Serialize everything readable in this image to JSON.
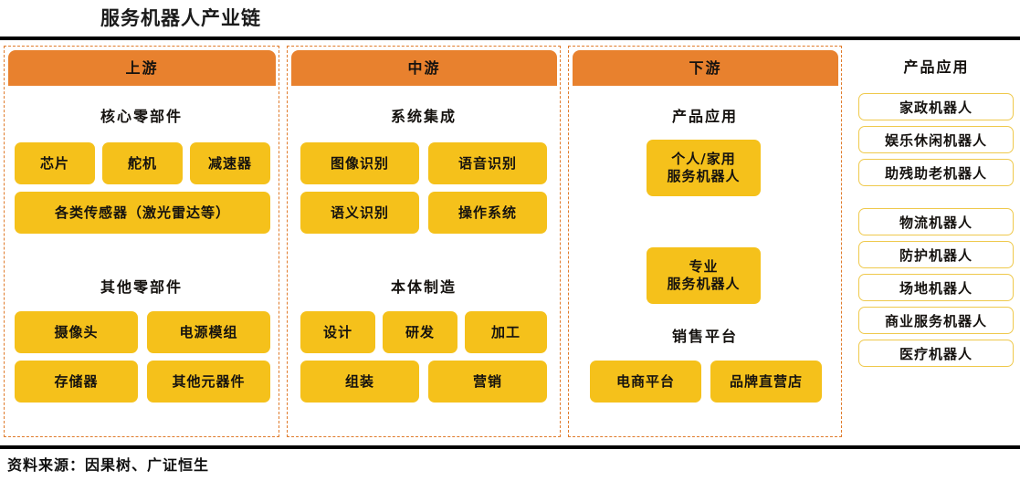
{
  "title": "服务机器人产业链",
  "colors": {
    "header_orange": "#E8812E",
    "box_yellow": "#F5C11B",
    "dashed_border": "#E07B2B",
    "right_box_border": "#EFC94C",
    "rule_black": "#000000"
  },
  "columns": [
    {
      "header": "上游",
      "groups": [
        {
          "title": "核心零部件",
          "rows": [
            [
              "芯片",
              "舵机",
              "减速器"
            ],
            [
              "各类传感器（激光雷达等）"
            ]
          ]
        },
        {
          "title": "其他零部件",
          "rows": [
            [
              "摄像头",
              "电源模组"
            ],
            [
              "存储器",
              "其他元器件"
            ]
          ]
        }
      ]
    },
    {
      "header": "中游",
      "groups": [
        {
          "title": "系统集成",
          "rows": [
            [
              "图像识别",
              "语音识别"
            ],
            [
              "语义识别",
              "操作系统"
            ]
          ]
        },
        {
          "title": "本体制造",
          "rows": [
            [
              "设计",
              "研发",
              "加工"
            ],
            [
              "组装",
              "营销"
            ]
          ]
        }
      ]
    },
    {
      "header": "下游",
      "groups": [
        {
          "title": "产品应用",
          "rows": [
            [
              "个人/家用\n服务机器人"
            ],
            [
              "专业\n服务机器人"
            ]
          ]
        },
        {
          "title": "销售平台",
          "rows": [
            [
              "电商平台",
              "品牌直营店"
            ]
          ]
        }
      ]
    }
  ],
  "right_panel": {
    "title": "产品应用",
    "group_personal": [
      "家政机器人",
      "娱乐休闲机器人",
      "助残助老机器人"
    ],
    "group_professional": [
      "物流机器人",
      "防护机器人",
      "场地机器人",
      "商业服务机器人",
      "医疗机器人"
    ]
  },
  "footer": "资料来源：因果树、广证恒生"
}
